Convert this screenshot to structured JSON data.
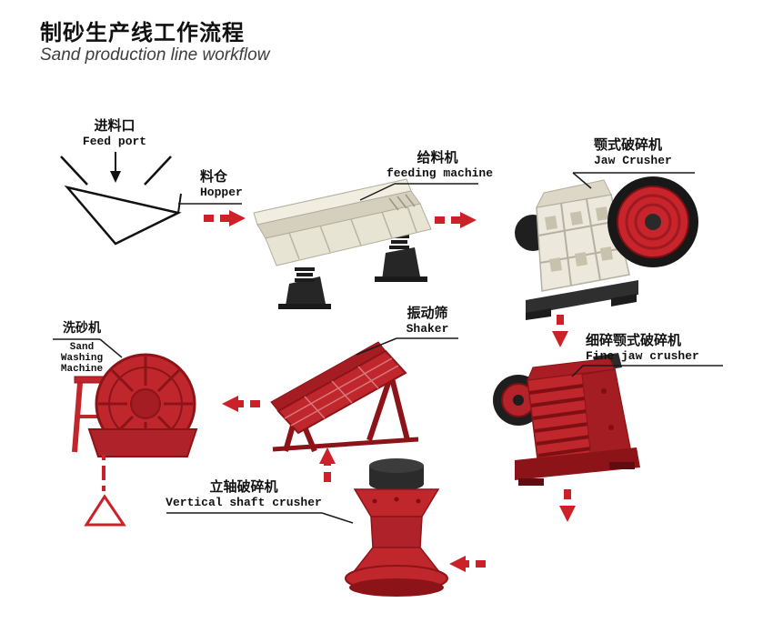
{
  "page": {
    "title_zh": "制砂生产线工作流程",
    "title_en": "Sand production line workflow"
  },
  "nodes": {
    "feed_port": {
      "zh": "进料口",
      "en": "Feed port"
    },
    "hopper": {
      "zh": "料仓",
      "en": "Hopper"
    },
    "feeding_machine": {
      "zh": "给料机",
      "en": "feeding machine"
    },
    "jaw_crusher": {
      "zh": "颚式破碎机",
      "en": "Jaw Crusher"
    },
    "shaker": {
      "zh": "振动筛",
      "en": "Shaker"
    },
    "fine_jaw_crusher": {
      "zh": "细碎颚式破碎机",
      "en": "Fine jaw crusher"
    },
    "sand_washer": {
      "zh": "洗砂机",
      "en1": "Sand",
      "en2": "Washing",
      "en3": "Machine"
    },
    "vertical_shaft_crusher": {
      "zh": "立轴破碎机",
      "en": "Vertical shaft crusher"
    }
  },
  "edges": [
    {
      "from": "feed_port",
      "to": "hopper"
    },
    {
      "from": "hopper",
      "to": "feeding_machine"
    },
    {
      "from": "feeding_machine",
      "to": "jaw_crusher"
    },
    {
      "from": "jaw_crusher",
      "to": "fine_jaw_crusher"
    },
    {
      "from": "fine_jaw_crusher",
      "to": "vertical_shaft_crusher"
    },
    {
      "from": "vertical_shaft_crusher",
      "to": "shaker"
    },
    {
      "from": "shaker",
      "to": "sand_washer"
    }
  ],
  "colors": {
    "arrow_red": "#cc2128",
    "machine_red": "#c0272c",
    "machine_dark_red": "#8c1418",
    "machine_cream": "#e8e4d4",
    "line_black": "#1a1a1a"
  }
}
